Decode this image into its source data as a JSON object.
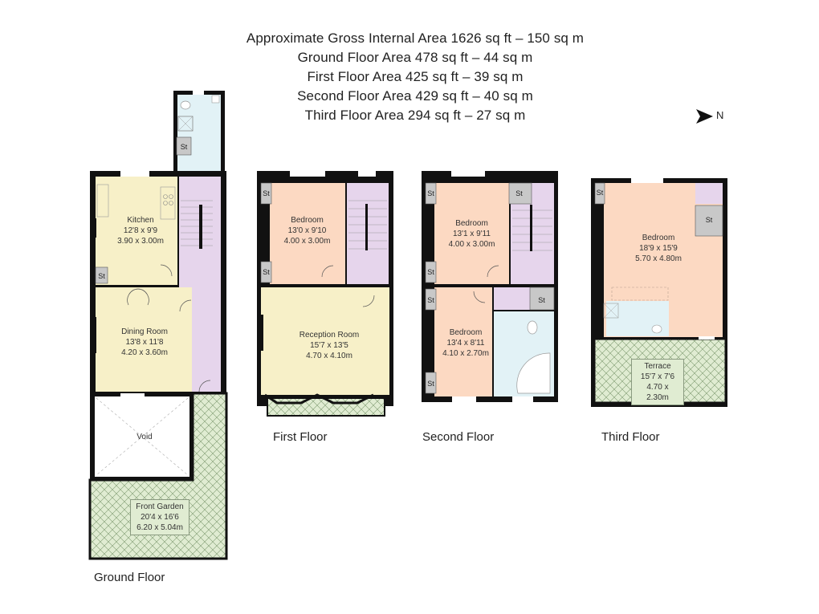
{
  "header": {
    "lines": [
      "Approximate Gross Internal Area 1626 sq ft – 150 sq m",
      "Ground Floor Area 478 sq ft – 44 sq m",
      "First Floor Area 425 sq ft – 39 sq m",
      "Second Floor Area 429 sq ft – 40 sq m",
      "Third Floor Area 294 sq ft – 27 sq m"
    ]
  },
  "compass": {
    "icon": "north-arrow-icon",
    "label": "N"
  },
  "colors": {
    "wall": "#111111",
    "kitchen_dining": "#f7f0c8",
    "bedroom": "#fcd9c2",
    "hallway_stairs": "#e6d5ec",
    "bathroom": "#e2f2f6",
    "storage": "#c8c8c8",
    "garden": "#e0ecd2",
    "void": "#ffffff"
  },
  "floors": [
    {
      "name": "Ground Floor",
      "rooms": [
        {
          "name": "Kitchen",
          "imperial": "12'8 x 9'9",
          "metric": "3.90 x 3.00m"
        },
        {
          "name": "Dining Room",
          "imperial": "13'8 x 11'8",
          "metric": "4.20 x 3.60m"
        },
        {
          "name": "Void"
        },
        {
          "name": "Front Garden",
          "imperial": "20'4 x 16'6",
          "metric": "6.20 x 5.04m"
        }
      ],
      "storage_label": "St"
    },
    {
      "name": "First Floor",
      "rooms": [
        {
          "name": "Bedroom",
          "imperial": "13'0 x 9'10",
          "metric": "4.00 x 3.00m"
        },
        {
          "name": "Reception Room",
          "imperial": "15'7 x 13'5",
          "metric": "4.70 x 4.10m"
        }
      ],
      "storage_label": "St"
    },
    {
      "name": "Second Floor",
      "rooms": [
        {
          "name": "Bedroom",
          "imperial": "13'1 x 9'11",
          "metric": "4.00 x 3.00m"
        },
        {
          "name": "Bedroom",
          "imperial": "13'4 x 8'11",
          "metric": "4.10 x 2.70m"
        }
      ],
      "storage_label": "St"
    },
    {
      "name": "Third Floor",
      "rooms": [
        {
          "name": "Bedroom",
          "imperial": "18'9 x 15'9",
          "metric": "5.70 x 4.80m"
        },
        {
          "name": "Terrace",
          "imperial": "15'7 x 7'6",
          "metric": "4.70 x 2.30m"
        }
      ],
      "storage_label": "St"
    }
  ]
}
